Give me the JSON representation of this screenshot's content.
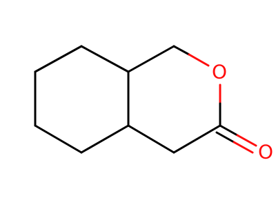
{
  "molecule": {
    "atoms": [
      {
        "id": "o-ring",
        "symbol": "O",
        "color": "#ff0d0d"
      },
      {
        "id": "o-carbonyl",
        "symbol": "O",
        "color": "#ff0d0d"
      }
    ],
    "colors": {
      "bond": "#000000",
      "heteroatom": "#ff0d0d",
      "background": "#ffffff"
    }
  }
}
